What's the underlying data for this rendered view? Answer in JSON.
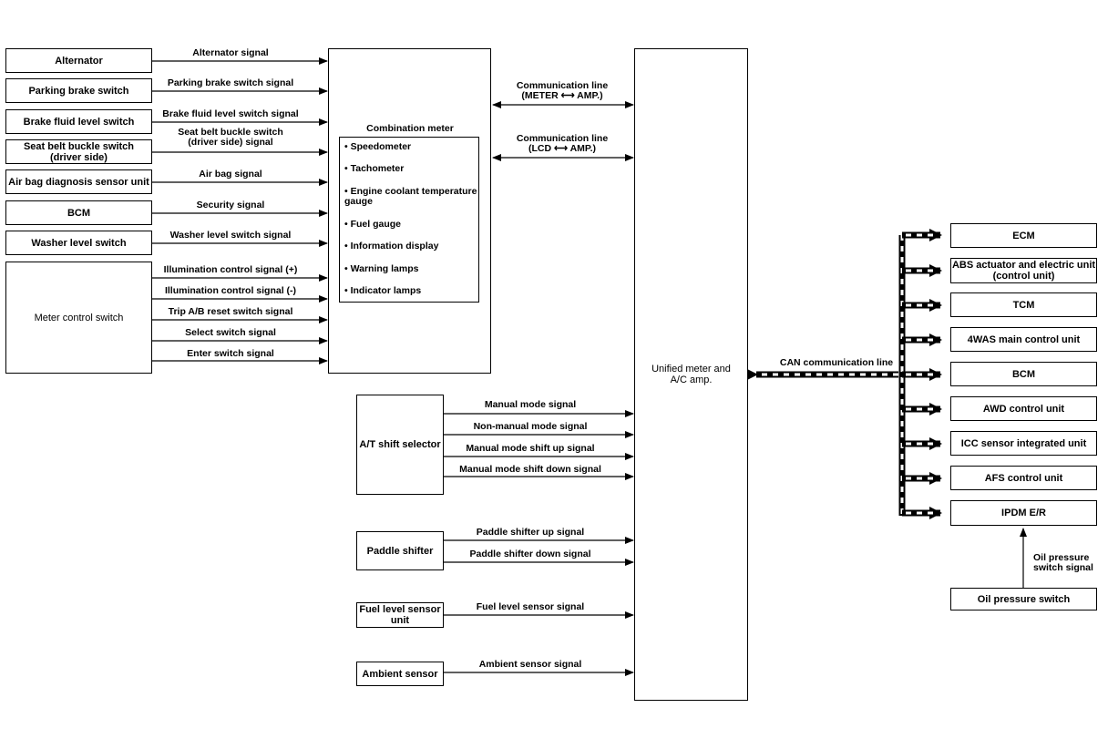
{
  "left_inputs": [
    {
      "label": "Alternator",
      "signal": "Alternator signal"
    },
    {
      "label": "Parking brake switch",
      "signal": "Parking brake switch signal"
    },
    {
      "label": "Brake fluid level switch",
      "signal": "Brake fluid level switch signal"
    },
    {
      "label": "Seat belt buckle switch\n(driver side)",
      "signal": "Seat belt buckle switch\n(driver side) signal"
    },
    {
      "label": "Air bag diagnosis sensor unit",
      "signal": "Air bag signal"
    },
    {
      "label": "BCM",
      "signal": "Security signal"
    },
    {
      "label": "Washer level switch",
      "signal": "Washer level switch signal"
    }
  ],
  "meter_control": {
    "label": "Meter control switch",
    "signals": [
      "Illumination control signal (+)",
      "Illumination control signal (-)",
      "Trip A/B reset switch signal",
      "Select switch signal",
      "Enter switch signal"
    ]
  },
  "combination_meter": {
    "title": "Combination meter",
    "items": [
      "Speedometer",
      "Tachometer",
      "Engine coolant temperature gauge",
      "Fuel gauge",
      "Information display",
      "Warning lamps",
      "Indicator lamps"
    ]
  },
  "comm_lines": [
    "Communication line\n(METER ⟷ AMP.)",
    "Communication line\n(LCD ⟷ AMP.)"
  ],
  "unified": {
    "label": "Unified meter and\nA/C amp."
  },
  "at_selector": {
    "label": "A/T shift selector",
    "signals": [
      "Manual mode signal",
      "Non-manual mode signal",
      "Manual mode shift up signal",
      "Manual mode shift down signal"
    ]
  },
  "paddle": {
    "label": "Paddle shifter",
    "signals": [
      "Paddle shifter up signal",
      "Paddle shifter down signal"
    ]
  },
  "fuel_sensor": {
    "label": "Fuel level sensor\nunit",
    "signal": "Fuel level sensor signal"
  },
  "ambient": {
    "label": "Ambient sensor",
    "signal": "Ambient sensor signal"
  },
  "can": {
    "label": "CAN communication line",
    "units": [
      "ECM",
      "ABS actuator and electric unit\n(control unit)",
      "TCM",
      "4WAS main control unit",
      "BCM",
      "AWD control unit",
      "ICC sensor integrated unit",
      "AFS control unit",
      "IPDM E/R"
    ]
  },
  "oil": {
    "label": "Oil pressure switch",
    "signal": "Oil pressure\nswitch signal"
  }
}
